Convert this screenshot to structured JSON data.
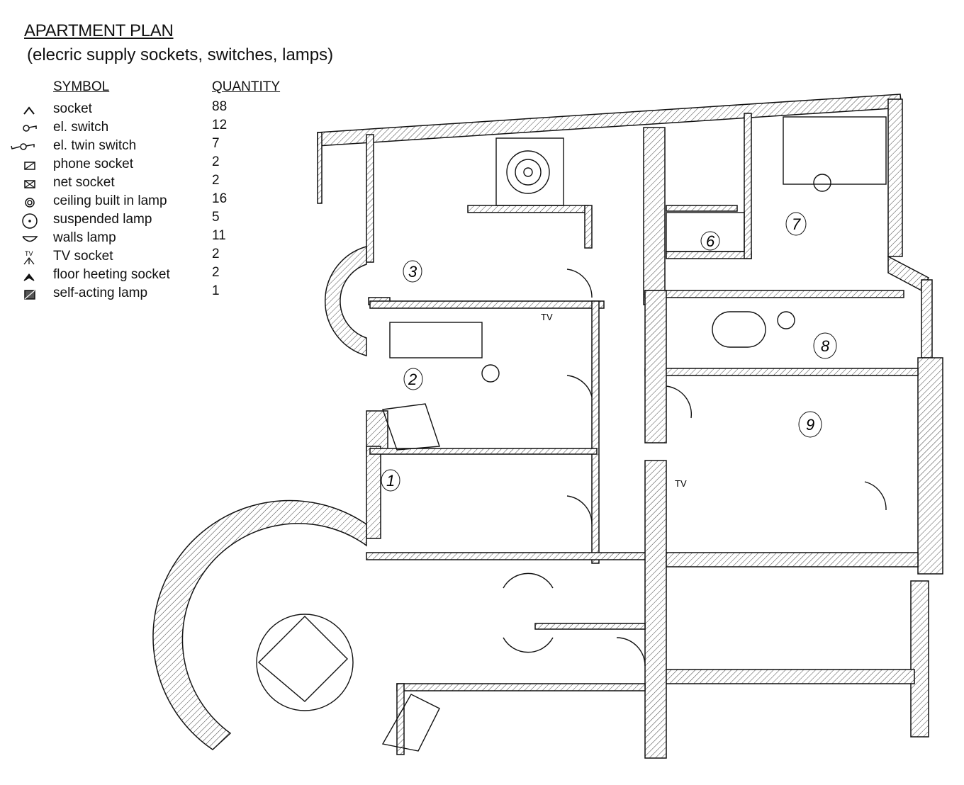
{
  "title": "APARTMENT PLAN",
  "subtitle": "(elecric supply sockets, switches, lamps)",
  "legend": {
    "symbol_header": "SYMBOL",
    "quantity_header": "QUANTITY",
    "items": [
      {
        "icon": "socket-icon",
        "label": "socket",
        "quantity": "88"
      },
      {
        "icon": "switch-icon",
        "label": "el. switch",
        "quantity": "12"
      },
      {
        "icon": "twin-switch-icon",
        "label": "el. twin switch",
        "quantity": "7"
      },
      {
        "icon": "phone-socket-icon",
        "label": "phone socket",
        "quantity": "2"
      },
      {
        "icon": "net-socket-icon",
        "label": "net socket",
        "quantity": "2"
      },
      {
        "icon": "ceiling-lamp-icon",
        "label": "ceiling built in lamp",
        "quantity": "16"
      },
      {
        "icon": "suspended-lamp-icon",
        "label": "suspended lamp",
        "quantity": "5"
      },
      {
        "icon": "wall-lamp-icon",
        "label": "walls lamp",
        "quantity": "11"
      },
      {
        "icon": "tv-socket-icon",
        "label": "TV socket",
        "quantity": "2"
      },
      {
        "icon": "floor-heating-socket-icon",
        "label": "floor heeting socket",
        "quantity": "2"
      },
      {
        "icon": "self-acting-lamp-icon",
        "label": "self-acting lamp",
        "quantity": "1"
      }
    ]
  },
  "plan": {
    "rooms": [
      "1",
      "2",
      "3",
      "6",
      "7",
      "8",
      "9"
    ],
    "tv_labels": [
      "TV",
      "TV"
    ]
  }
}
